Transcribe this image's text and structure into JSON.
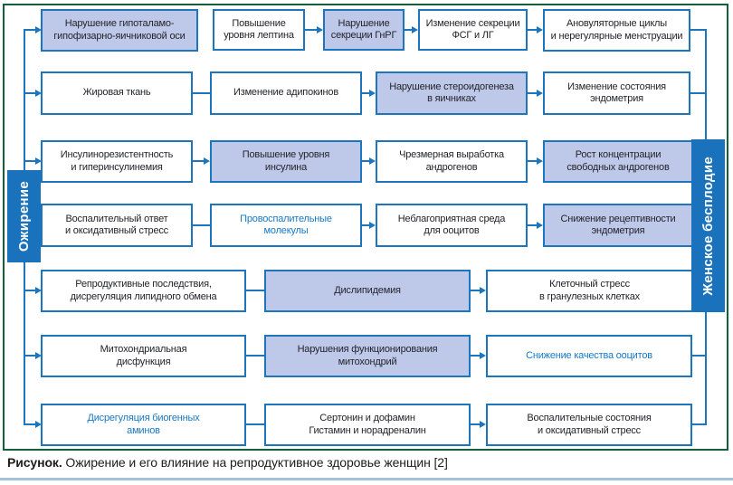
{
  "figure": {
    "caption": {
      "label": "Рисунок.",
      "text": " Ожирение и его влияние на репродуктивное здоровье женщин [2]"
    },
    "left_bar": "Ожирение",
    "right_bar": "Женское бесплодие",
    "colors": {
      "frame_green": "#14603c",
      "line_blue": "#1d76bd",
      "bar_blue": "#1b72bc",
      "box_fill_light_blue": "#bec8e8",
      "blue_text": "#1778c5",
      "dark_text": "#23242b",
      "bottom_rule": "#a6c1dc"
    },
    "rows": [
      {
        "boxes": [
          {
            "label": "Нарушение гипоталамо-\nгипофизарно-яичниковой оси",
            "variant": "filled"
          },
          {
            "label": "Повышение\nуровня лептина",
            "variant": "white"
          },
          {
            "label": "Нарушение\nсекреции ГнРГ",
            "variant": "filled"
          },
          {
            "label": "Изменение секреции\nФСГ и ЛГ",
            "variant": "white"
          },
          {
            "label": "Ановуляторные циклы\nи нерегулярные менструации",
            "variant": "white"
          }
        ]
      },
      {
        "boxes": [
          {
            "label": "Жировая ткань",
            "variant": "white"
          },
          {
            "label": "Изменение адипокинов",
            "variant": "white"
          },
          {
            "label": "Нарушение стероидогенеза\nв яичниках",
            "variant": "filled"
          },
          {
            "label": "Изменение состояния\nэндометрия",
            "variant": "white"
          }
        ]
      },
      {
        "boxes": [
          {
            "label": "Инсулинорезистентность\nи гиперинсулинемия",
            "variant": "white"
          },
          {
            "label": "Повышение уровня\nинсулина",
            "variant": "filled"
          },
          {
            "label": "Чрезмерная выработка\nандрогенов",
            "variant": "white"
          },
          {
            "label": "Рост концентрации\nсвободных андрогенов",
            "variant": "filled"
          }
        ]
      },
      {
        "boxes": [
          {
            "label": "Воспалительный ответ\nи оксидативный стресс",
            "variant": "white"
          },
          {
            "label": "Провоспалительные\nмолекулы",
            "variant": "white-bluetext"
          },
          {
            "label": "Неблагоприятная среда\nдля ооцитов",
            "variant": "white"
          },
          {
            "label": "Снижение рецептивности\nэндометрия",
            "variant": "filled"
          }
        ]
      },
      {
        "boxes": [
          {
            "label": "Репродуктивные последствия,\nдисрегуляция липидного обмена",
            "variant": "white"
          },
          {
            "label": "Дислипидемия",
            "variant": "filled"
          },
          {
            "label": "Клеточный стресс\nв гранулезных клетках",
            "variant": "white"
          }
        ]
      },
      {
        "boxes": [
          {
            "label": "Митохондриальная\nдисфункция",
            "variant": "white"
          },
          {
            "label": "Нарушения функционирования\nмитохондрий",
            "variant": "filled"
          },
          {
            "label": "Снижение качества ооцитов",
            "variant": "white-bluetext"
          }
        ]
      },
      {
        "boxes": [
          {
            "label": "Дисрегуляция биогенных\nаминов",
            "variant": "white-bluetext"
          },
          {
            "label": "Сертонин и дофамин\nГистамин и норадреналин",
            "variant": "white"
          },
          {
            "label": "Воспалительные состояния\nи оксидативный стресс",
            "variant": "white"
          }
        ]
      }
    ]
  }
}
